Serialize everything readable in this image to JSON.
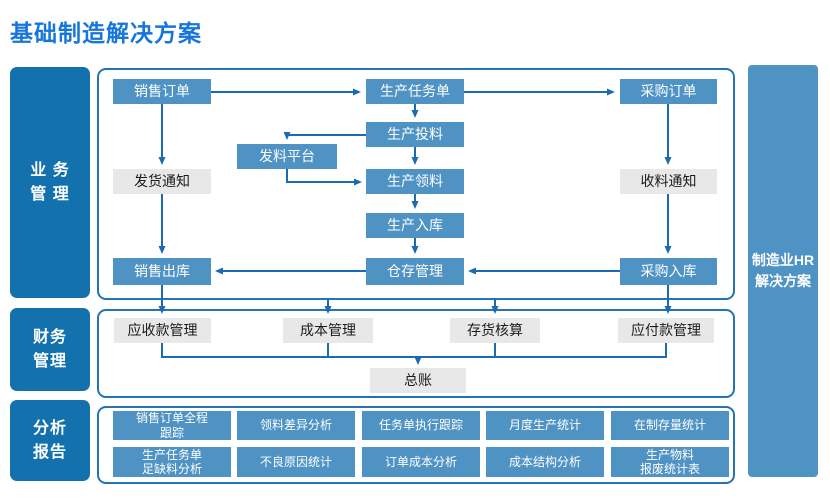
{
  "title": "基础制造解决方案",
  "colors": {
    "title_blue": "#1776D9",
    "deep_blue": "#1372AD",
    "flow_blue": "#4E93C4",
    "panel_border": "#2473B5",
    "arrow_blue": "#1C6BB0",
    "gray_box": "#E9E8E8"
  },
  "sidebar": {
    "business": "业 务\n管 理",
    "finance": "财务\n管理",
    "analysis": "分析\n报告"
  },
  "hr_panel": "制造业HR\n解决方案",
  "flow": {
    "sales_order": "销售订单",
    "production_task": "生产任务单",
    "purchase_order": "采购订单",
    "production_feeding": "生产投料",
    "material_platform": "发料平台",
    "delivery_notice": "发货通知",
    "production_picking": "生产领料",
    "receiving_notice": "收料通知",
    "production_inbound": "生产入库",
    "sales_outbound": "销售出库",
    "warehouse_mgmt": "仓存管理",
    "purchase_inbound": "采购入库"
  },
  "finance": {
    "receivables": "应收款管理",
    "cost_mgmt": "成本管理",
    "inventory_accounting": "存货核算",
    "payables": "应付款管理",
    "general_ledger": "总账"
  },
  "analysis": {
    "row1": [
      "销售订单全程\n跟踪",
      "领料差异分析",
      "任务单执行跟踪",
      "月度生产统计",
      "在制存量统计"
    ],
    "row2": [
      "生产任务单\n足缺料分析",
      "不良原因统计",
      "订单成本分析",
      "成本结构分析",
      "生产物料\n报废统计表"
    ]
  }
}
